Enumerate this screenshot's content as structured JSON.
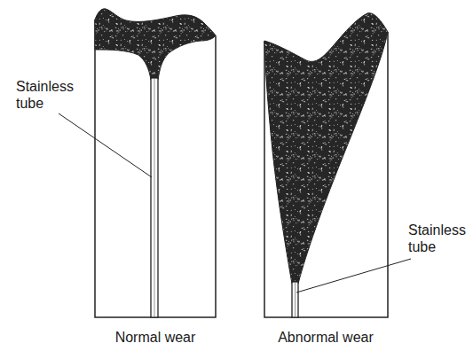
{
  "diagram": {
    "labels": [
      "Stainless tube",
      "Stainless tube",
      "Normal wear",
      "Abnormal wear"
    ]
  }
}
